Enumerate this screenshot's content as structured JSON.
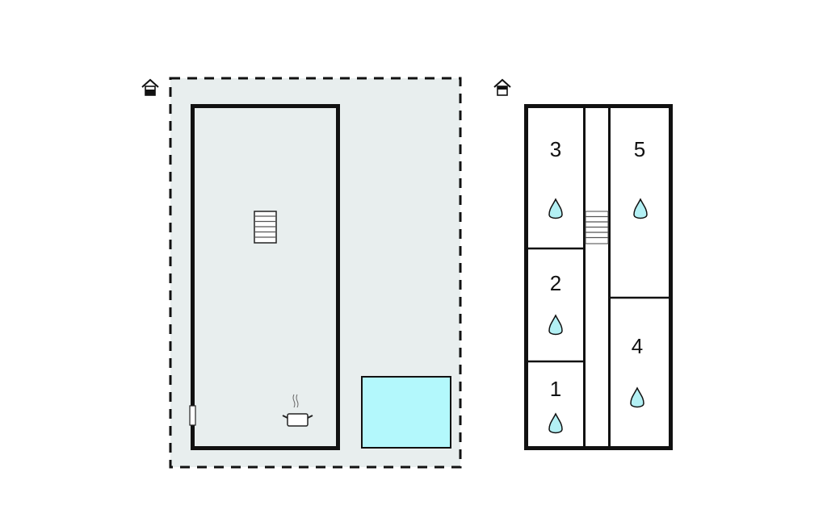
{
  "colors": {
    "ground_fill": "#e8eeee",
    "wall": "#111111",
    "pool_fill": "#b3f8fc",
    "water_drop": "#b3f0f4",
    "background": "#ffffff"
  },
  "ground_floor": {
    "floor_icon": "house-floor-ground-icon",
    "features": [
      "stairs-icon",
      "kitchen-pot-icon",
      "door-icon",
      "pool"
    ]
  },
  "upper_floor": {
    "floor_icon": "house-floor-upper-icon",
    "rooms": [
      {
        "label": "3",
        "icon": "water-drop-icon"
      },
      {
        "label": "5",
        "icon": "water-drop-icon"
      },
      {
        "label": "2",
        "icon": "water-drop-icon"
      },
      {
        "label": "4",
        "icon": "water-drop-icon"
      },
      {
        "label": "1",
        "icon": "water-drop-icon"
      }
    ]
  }
}
